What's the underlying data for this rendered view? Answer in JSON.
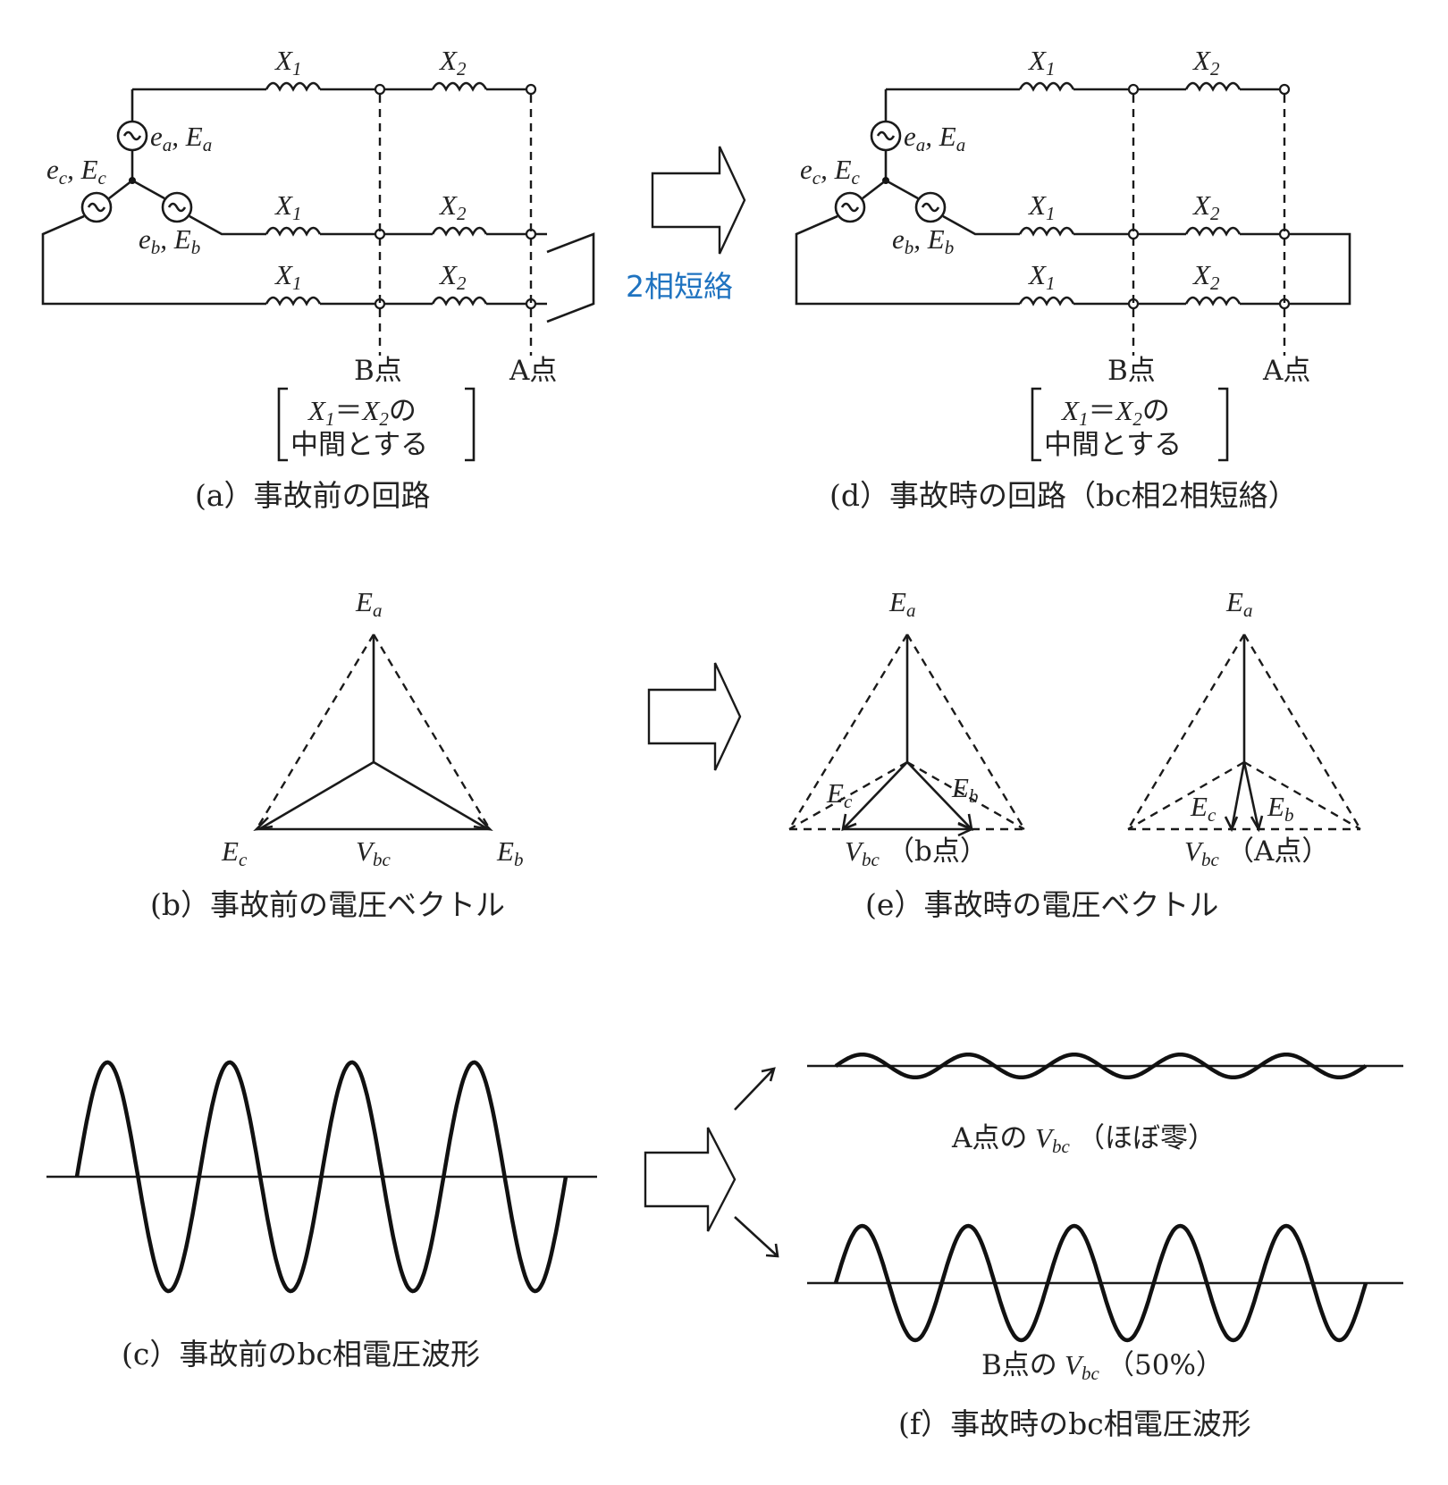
{
  "panel_a": {
    "caption": "(a）事故前の回路",
    "reactance_1": "X",
    "reactance_1_sub": "1",
    "reactance_2": "X",
    "reactance_2_sub": "2",
    "source_a": "e",
    "source_a_sub": "a",
    "source_a_E": "E",
    "source_b": "e",
    "source_b_sub": "b",
    "source_b_E": "E",
    "source_c": "e",
    "source_c_sub": "c",
    "source_c_E": "E",
    "point_b": "B点",
    "point_a": "A点",
    "note_line1_x1": "X",
    "note_line1_rest": "＝",
    "note_line1_x2": "X",
    "note_line1_tail": "の",
    "note_line2": "中間とする"
  },
  "transition_label": "2相短絡",
  "panel_d": {
    "caption": "(d）事故時の回路（bc相2相短絡）",
    "point_b": "B点",
    "point_a": "A点",
    "note_line2": "中間とする"
  },
  "panel_b": {
    "caption": "(b）事故前の電圧ベクトル",
    "ea": "E",
    "ea_sub": "a",
    "eb": "E",
    "eb_sub": "b",
    "ec": "E",
    "ec_sub": "c",
    "vbc": "V",
    "vbc_sub": "bc"
  },
  "panel_e": {
    "caption": "(e）事故時の電圧ベクトル",
    "left_point": "（b点）",
    "right_point": "（A点）"
  },
  "panel_c": {
    "caption": "(c）事故前のbc相電圧波形"
  },
  "panel_f": {
    "caption": "(f）事故時のbc相電圧波形",
    "wave_a_prefix": "A点の",
    "wave_a_suffix": "（ほぼ零）",
    "wave_b_prefix": "B点の",
    "wave_b_suffix": "（50%）"
  },
  "waveforms": {
    "before_amplitude": 1.0,
    "after_point_a_amplitude": 0.1,
    "after_point_b_amplitude": 0.5,
    "cycles": 4
  }
}
